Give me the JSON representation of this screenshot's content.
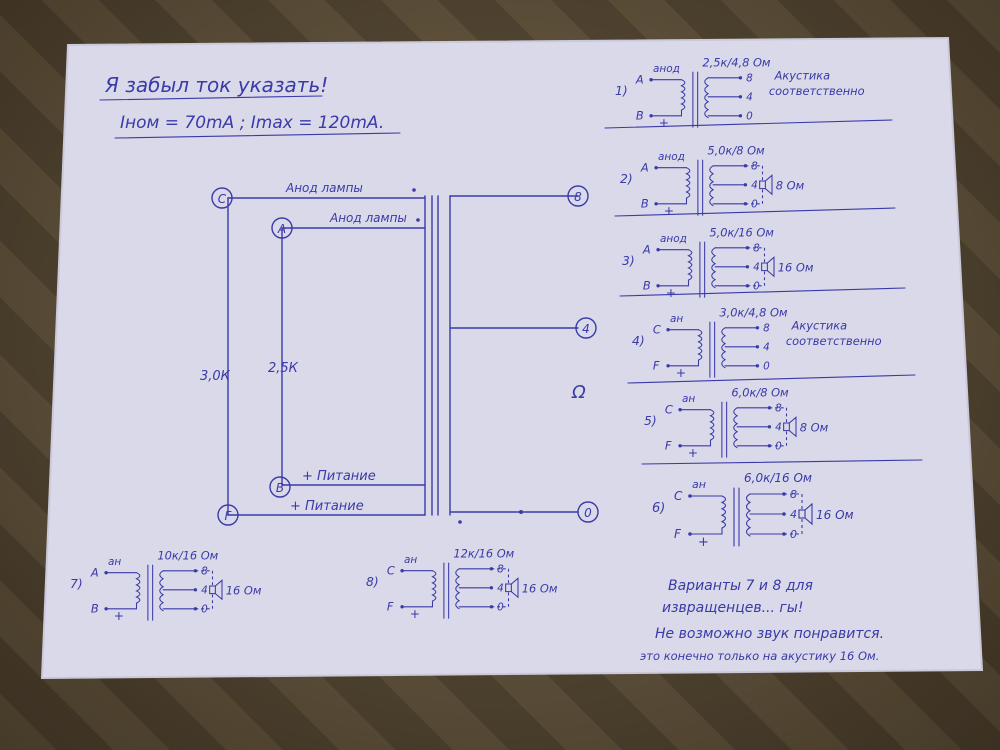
{
  "header": {
    "title": "Я забыл ток указать!",
    "currents": "Iном = 70mA ; Imax = 120mA."
  },
  "main": {
    "node_c": "C",
    "node_a": "A",
    "node_b": "B",
    "node_f": "F",
    "node_8": "8",
    "node_4": "4",
    "node_0": "0",
    "anode_c": "Анод лампы",
    "anode_a": "Анод лампы",
    "supply_b": "+ Питание",
    "supply_f": "+ Питание",
    "impedance_cf": "3,0К",
    "impedance_ab": "2,5К",
    "ohm_symbol": "Ω"
  },
  "variants": [
    {
      "num": "1)",
      "in1": "A",
      "an": "анод",
      "in2": "B",
      "plus": "+",
      "spec": "2,5к/4,8 Ом",
      "out_top": "8",
      "out_mid": "4",
      "out_bot": "0",
      "note": "Акустика соответственно",
      "load": ""
    },
    {
      "num": "2)",
      "in1": "A",
      "an": "анод",
      "in2": "B",
      "plus": "+",
      "spec": "5,0к/8 Ом",
      "out_top": "8",
      "out_mid": "4",
      "out_bot": "0",
      "note": "",
      "load": "8 Ом"
    },
    {
      "num": "3)",
      "in1": "A",
      "an": "анод",
      "in2": "B",
      "plus": "+",
      "spec": "5,0к/16 Ом",
      "out_top": "8",
      "out_mid": "4",
      "out_bot": "0",
      "note": "",
      "load": "16 Ом"
    },
    {
      "num": "4)",
      "in1": "C",
      "an": "ан",
      "in2": "F",
      "plus": "+",
      "spec": "3,0к/4,8 Ом",
      "out_top": "8",
      "out_mid": "4",
      "out_bot": "0",
      "note": "Акустика соответственно",
      "load": ""
    },
    {
      "num": "5)",
      "in1": "C",
      "an": "ан",
      "in2": "F",
      "plus": "+",
      "spec": "6,0к/8 Ом",
      "out_top": "8",
      "out_mid": "4",
      "out_bot": "0",
      "note": "",
      "load": "8 Ом"
    },
    {
      "num": "6)",
      "in1": "C",
      "an": "ан",
      "in2": "F",
      "plus": "+",
      "spec": "6,0к/16 Ом",
      "out_top": "8",
      "out_mid": "4",
      "out_bot": "0",
      "note": "",
      "load": "16 Ом"
    },
    {
      "num": "7)",
      "in1": "A",
      "an": "ан",
      "in2": "B",
      "plus": "+",
      "spec": "10к/16 Ом",
      "out_top": "8",
      "out_mid": "4",
      "out_bot": "0",
      "note": "",
      "load": "16 Ом"
    },
    {
      "num": "8)",
      "in1": "C",
      "an": "ан",
      "in2": "F",
      "plus": "+",
      "spec": "12к/16 Ом",
      "out_top": "8",
      "out_mid": "4",
      "out_bot": "0",
      "note": "",
      "load": "16 Ом"
    }
  ],
  "footer": {
    "line1": "Варианты 7 и 8 для",
    "line2": "извращенцев... гы!",
    "line3": "Не возможно звук понравится.",
    "line4": "это конечно только на акустику 16 Ом."
  },
  "colors": {
    "paper": "#dcdcec",
    "ink": "#3a3aa8",
    "floor": "#5f4f37"
  }
}
